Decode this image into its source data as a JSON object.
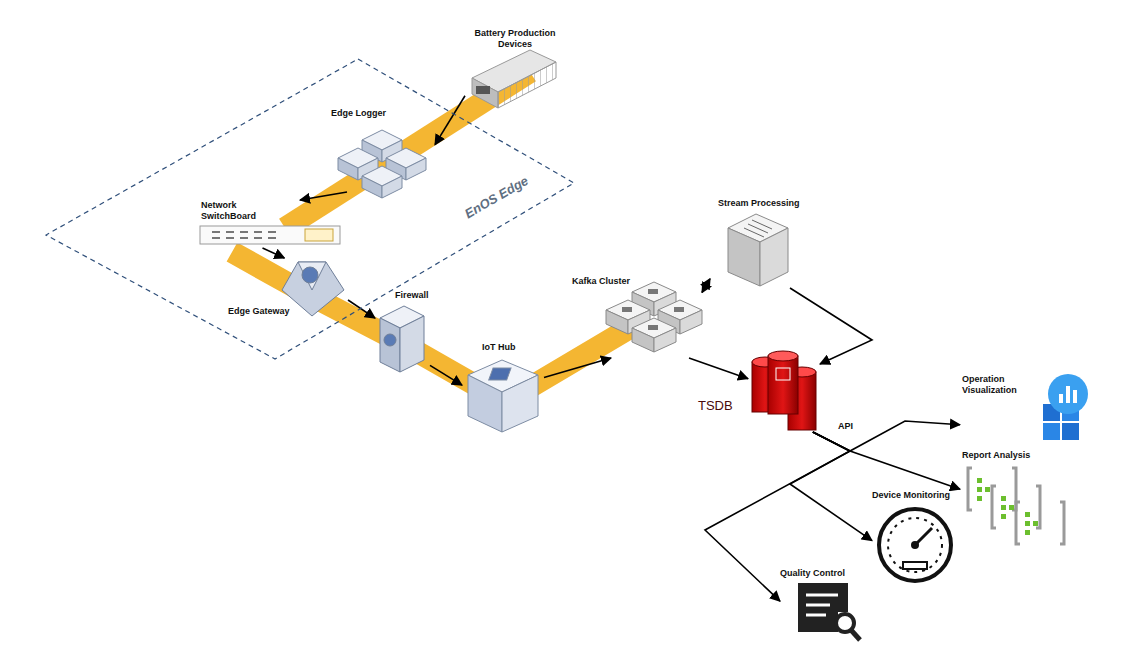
{
  "diagram": {
    "nodes": [
      {
        "text": [
          "Battery Production Devices"
        ]
      },
      {
        "text": [
          "EnOS Edge"
        ]
      },
      {
        "text": [
          "Edge Logger"
        ],
        "in": 1
      },
      {
        "text": [
          "Network SwitchBoard"
        ],
        "in": 1
      },
      {
        "text": [
          "Edge Gateway"
        ],
        "in": 1
      },
      {
        "text": [
          "Firewall"
        ]
      },
      {
        "text": [
          "IoT Hub"
        ]
      },
      {
        "text": [
          "Kafka Cluster"
        ]
      },
      {
        "text": [
          "Stream Processing"
        ]
      },
      {
        "text": [
          "TSDB"
        ]
      },
      {
        "text": [
          "Operation Visualization"
        ]
      },
      {
        "text": [
          "Report Analysis"
        ]
      },
      {
        "text": [
          "Device Monitoring"
        ]
      },
      {
        "text": [
          "Quality Control"
        ]
      }
    ],
    "edges": [
      {
        "from": 0,
        "to": 2,
        "arrow": "to"
      },
      {
        "from": 2,
        "to": 3,
        "arrow": "to"
      },
      {
        "from": 3,
        "to": 4,
        "arrow": "to"
      },
      {
        "from": 4,
        "to": 5,
        "arrow": "to"
      },
      {
        "from": 5,
        "to": 6,
        "arrow": "to"
      },
      {
        "from": 6,
        "to": 7,
        "arrow": "to"
      },
      {
        "from": 7,
        "to": 8,
        "arrow": "both"
      },
      {
        "from": 7,
        "to": 9,
        "arrow": "to"
      },
      {
        "from": 8,
        "to": 9,
        "arrow": "to"
      },
      {
        "from": 9,
        "to": 10,
        "arrow": "to"
      },
      {
        "from": 9,
        "to": 11,
        "arrow": "to"
      },
      {
        "from": 9,
        "to": 12,
        "arrow": "to"
      },
      {
        "from": 9,
        "to": 13,
        "arrow": "to"
      }
    ],
    "labels": [
      "API"
    ]
  }
}
